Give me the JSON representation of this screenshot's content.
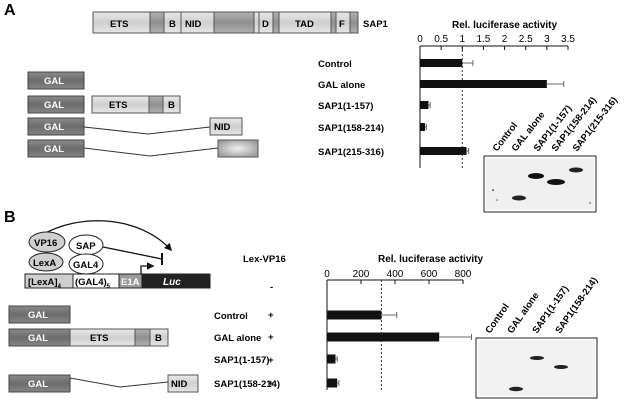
{
  "panel_a": {
    "letter": "A",
    "protein_name": "SAP1",
    "domains": {
      "ets": "ETS",
      "b": "B",
      "nid": "NID",
      "d": "D",
      "tad": "TAD",
      "f": "F"
    },
    "constructs": {
      "gal": "GAL",
      "ets": "ETS",
      "b": "B",
      "nid": "NID"
    },
    "blot_lanes": [
      "Control",
      "GAL alone",
      "SAP1(1-157)",
      "SAP1(158-214)",
      "SAP1(215-316)"
    ]
  },
  "panel_b": {
    "letter": "B",
    "diagram": {
      "vp16": "VP16",
      "sap": "SAP",
      "lexa": "LexA",
      "gal4": "GAL4",
      "lexa_site": "[LexA]",
      "lexa_sub": "4",
      "gal4_site": "(GAL4)",
      "gal4_sub": "5",
      "e1a": "E1A",
      "luc": "Luc"
    },
    "lex_vp16_header": "Lex-VP16",
    "lex_vp16_values": [
      "-",
      "+",
      "+",
      "+",
      "+"
    ],
    "constructs": {
      "gal": "GAL",
      "ets": "ETS",
      "b": "B",
      "nid": "NID"
    },
    "blot_lanes": [
      "Control",
      "GAL alone",
      "SAP1(1-157)",
      "SAP1(158-214)"
    ]
  },
  "chart_data": [
    {
      "type": "bar",
      "orientation": "horizontal",
      "title": "Rel. luciferase activity",
      "categories": [
        "Control",
        "GAL alone",
        "SAP1(1-157)",
        "SAP1(158-214)",
        "SAP1(215-316)"
      ],
      "values": [
        1.0,
        3.0,
        0.2,
        0.12,
        1.1
      ],
      "errors": [
        0.25,
        0.4,
        0.04,
        0.03,
        0.05
      ],
      "xlim": [
        0,
        3.5
      ],
      "ticks": [
        "0",
        "0.5",
        "1",
        "1.5",
        "2",
        "2.5",
        "3",
        "3.5"
      ],
      "reference_line": 1
    },
    {
      "type": "bar",
      "orientation": "horizontal",
      "title": "Rel. luciferase activity",
      "categories": [
        "Control",
        "GAL alone",
        "SAP1(1-157)",
        "SAP1(158-214)"
      ],
      "values": [
        320,
        660,
        50,
        60
      ],
      "errors": [
        90,
        190,
        10,
        10
      ],
      "xlim": [
        0,
        800
      ],
      "ticks": [
        "0",
        "200",
        "400",
        "600",
        "800"
      ],
      "reference_line": 320
    }
  ]
}
